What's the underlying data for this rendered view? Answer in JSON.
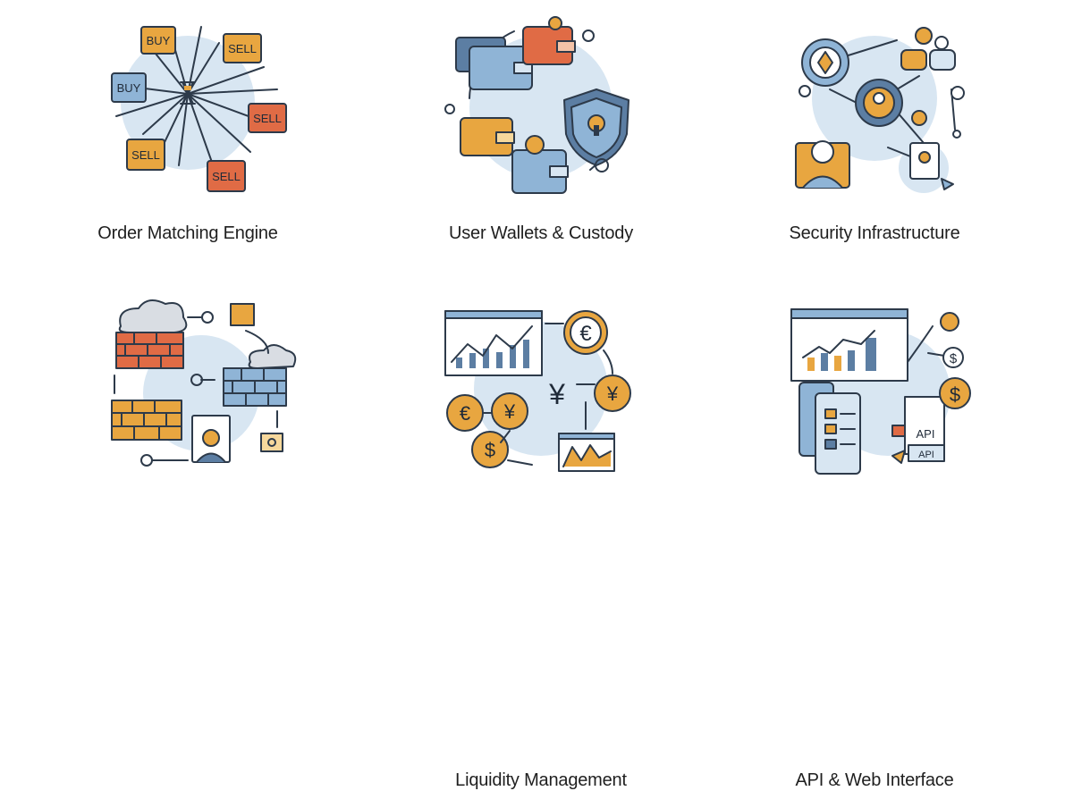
{
  "colors": {
    "orange": "#e8a640",
    "red": "#e06b45",
    "blue": "#8fb4d6",
    "lightblue": "#d8e6f2",
    "dark": "#2d3a4a"
  },
  "tiles": [
    {
      "caption": "Order Matching Engine",
      "icon": "order-matching-illustration",
      "orders": [
        "BUY",
        "SELL",
        "BUY",
        "SELL",
        "SELL",
        "SELL"
      ]
    },
    {
      "caption": "User Wallets & Custody",
      "icon": "wallet-custody-illustration"
    },
    {
      "caption": "Security Infrastructure",
      "icon": "security-network-illustration"
    },
    {
      "caption": "",
      "icon": "firewall-illustration"
    },
    {
      "caption": "Liquidity Management",
      "icon": "liquidity-exchange-illustration",
      "currency_symbols": [
        "€",
        "¥",
        "¥",
        "€",
        "¥",
        "$"
      ]
    },
    {
      "caption": "API & Web Interface",
      "icon": "api-web-illustration",
      "api_labels": [
        "API",
        "API"
      ],
      "symbols": [
        "$",
        "$"
      ]
    }
  ]
}
